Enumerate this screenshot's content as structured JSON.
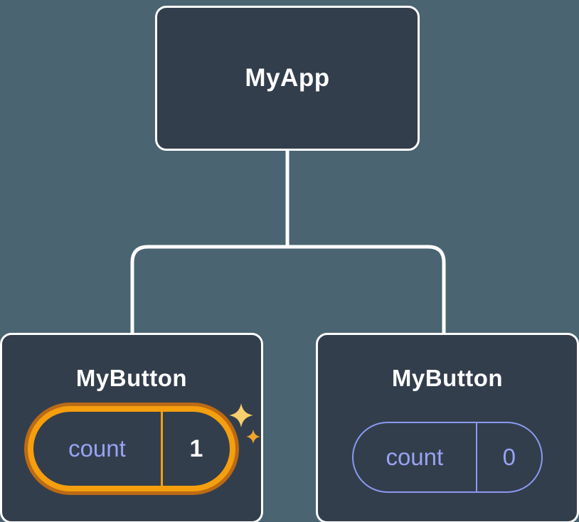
{
  "diagram": {
    "type": "component-tree",
    "root": {
      "label": "MyApp"
    },
    "children": [
      {
        "label": "MyButton",
        "state": {
          "key": "count",
          "value": "1"
        },
        "highlighted": true
      },
      {
        "label": "MyButton",
        "state": {
          "key": "count",
          "value": "0"
        },
        "highlighted": false
      }
    ]
  },
  "icons": {
    "sparkle": "four-point-star"
  },
  "colors": {
    "background": "#4a6471",
    "node_fill": "#333e4c",
    "node_border": "#ffffff",
    "connector": "#ffffff",
    "text_primary": "#ffffff",
    "state_text_lavender": "#98a3f3",
    "pill_border_lavender": "#8b99f2",
    "highlight_orange": "#f59f0e",
    "highlight_orange_dark": "#bb6a15",
    "sparkle_gold_light": "#f8cf6b",
    "sparkle_gold_dark": "#efa42e"
  }
}
